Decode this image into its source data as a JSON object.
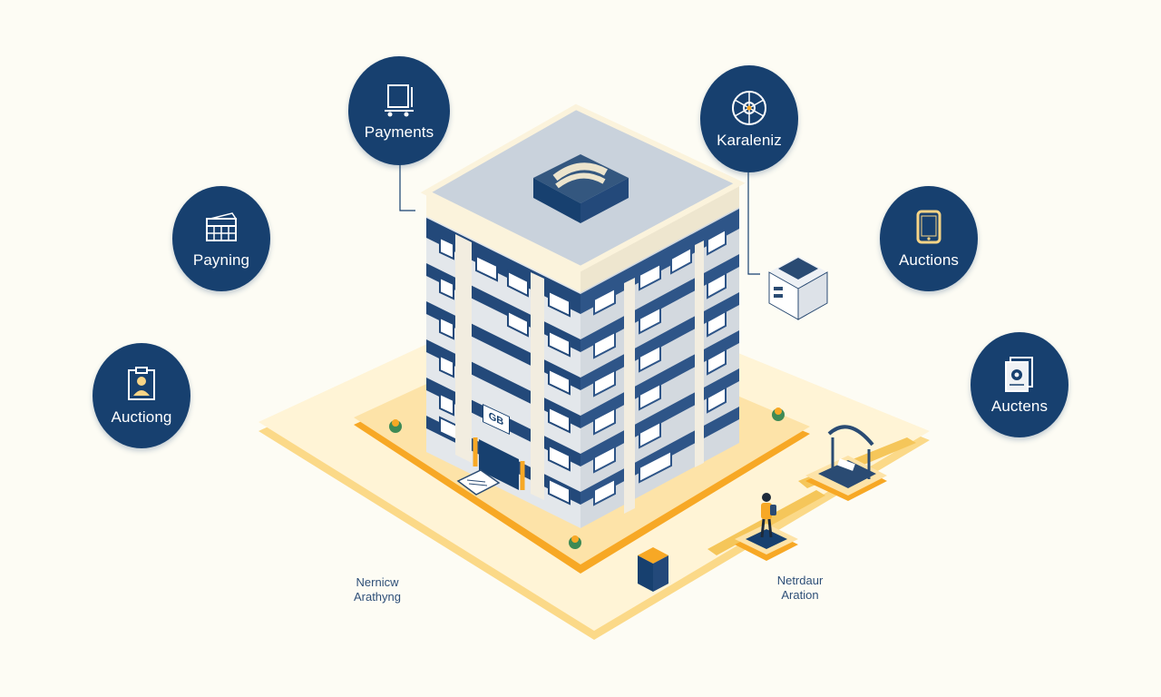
{
  "nodes": [
    {
      "label": "Payments",
      "icon": "cart-icon"
    },
    {
      "label": "Karaleniz",
      "icon": "network-icon"
    },
    {
      "label": "Payning",
      "icon": "card-icon"
    },
    {
      "label": "Auctions",
      "icon": "tablet-icon"
    },
    {
      "label": "Auctiong",
      "icon": "id-badge-icon"
    },
    {
      "label": "Auctens",
      "icon": "document-icon"
    }
  ],
  "captions": {
    "left": {
      "line1": "Nernicw",
      "line2": "Arathyng"
    },
    "right": {
      "line1": "Netrdaur",
      "line2": "Aration"
    }
  },
  "building_sign": "GB",
  "colors": {
    "navy": "#17406f",
    "orange": "#f7a825",
    "cream": "#fff6de",
    "roof": "#c9d2dc"
  }
}
